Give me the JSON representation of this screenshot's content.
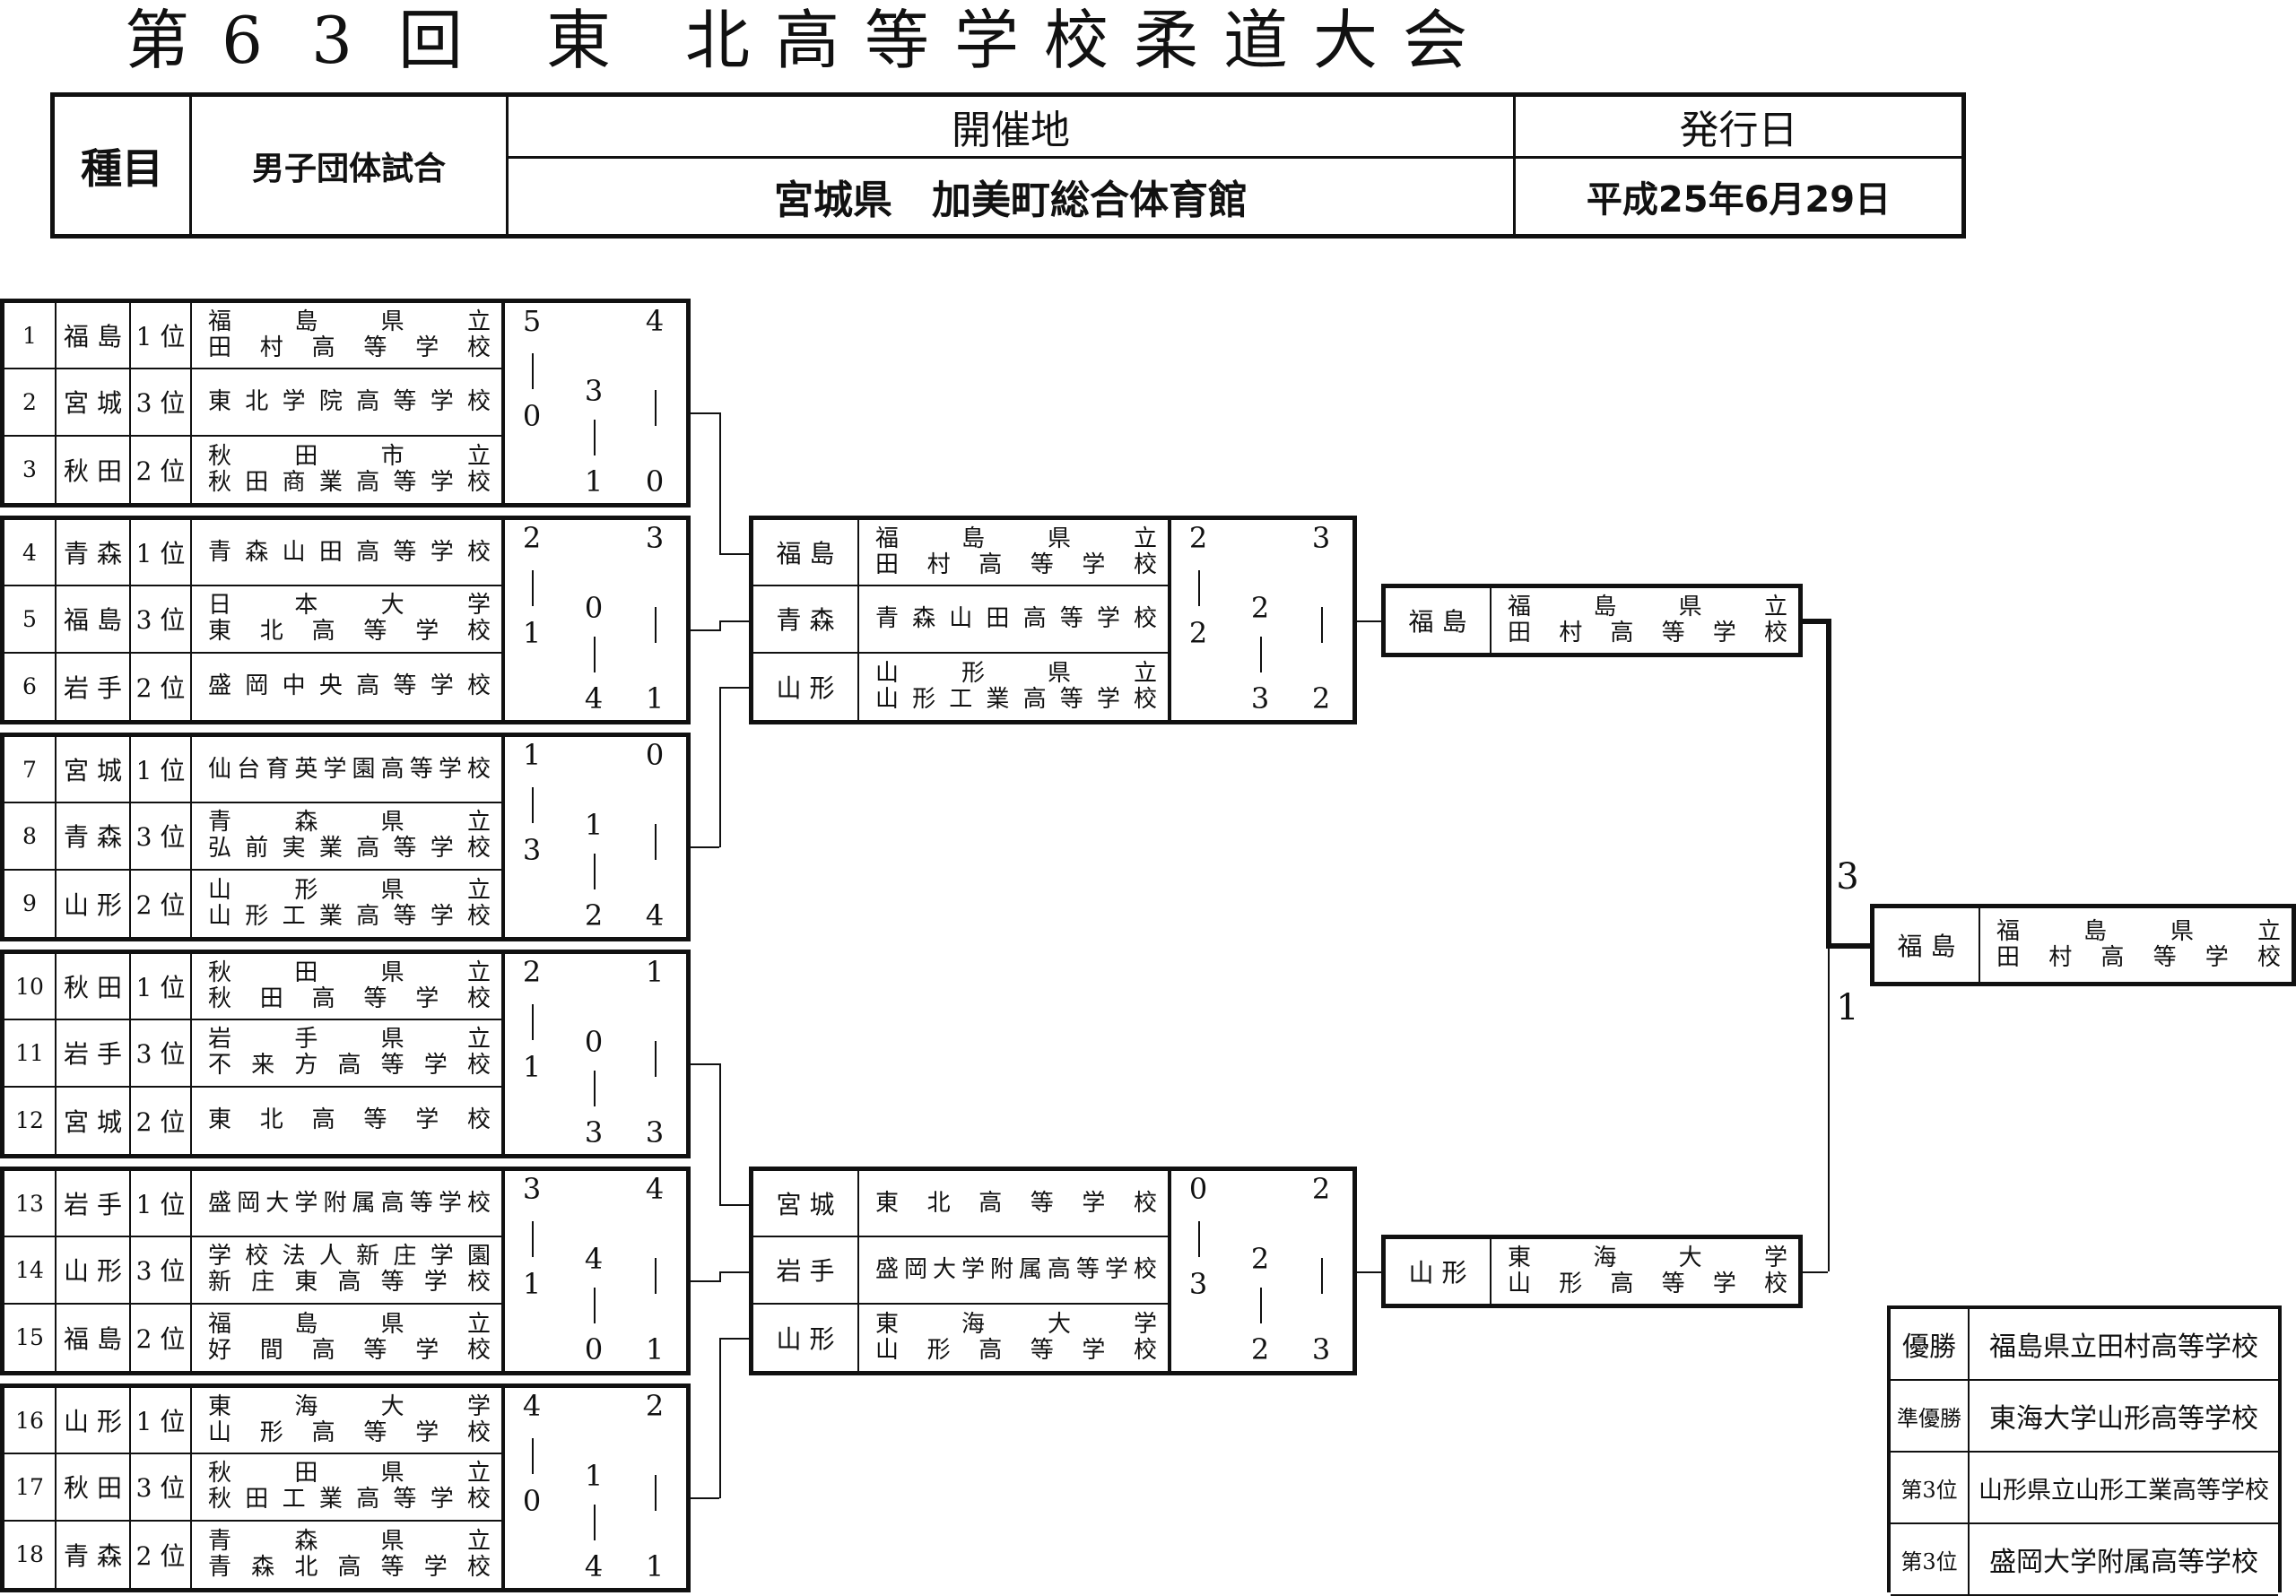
{
  "title": [
    "第",
    "6",
    "3",
    "回",
    "東",
    "北",
    "高",
    "等",
    "学",
    "校",
    "柔",
    "道",
    "大",
    "会"
  ],
  "header": {
    "event_label": "種目",
    "event_value": "男子団体試合",
    "venue_label": "開催地",
    "venue_value": "宮城県　加美町総合体育館",
    "date_label": "発行日",
    "date_value": "平成25年6月29日"
  },
  "entries": [
    {
      "no": "1",
      "pref": "福 島",
      "rank": "1 位",
      "school": [
        [
          "福",
          "島",
          "県",
          "立"
        ],
        [
          "田",
          "村",
          "高",
          "等",
          "学",
          "校"
        ]
      ]
    },
    {
      "no": "2",
      "pref": "宮 城",
      "rank": "3 位",
      "school": [
        [
          "東",
          "北",
          "学",
          "院",
          "高",
          "等",
          "学",
          "校"
        ]
      ]
    },
    {
      "no": "3",
      "pref": "秋 田",
      "rank": "2 位",
      "school": [
        [
          "秋",
          "田",
          "市",
          "立"
        ],
        [
          "秋",
          "田",
          "商",
          "業",
          "高",
          "等",
          "学",
          "校"
        ]
      ]
    },
    {
      "no": "4",
      "pref": "青 森",
      "rank": "1 位",
      "school": [
        [
          "青",
          "森",
          "山",
          "田",
          "高",
          "等",
          "学",
          "校"
        ]
      ]
    },
    {
      "no": "5",
      "pref": "福 島",
      "rank": "3 位",
      "school": [
        [
          "日",
          "本",
          "大",
          "学"
        ],
        [
          "東",
          "北",
          "高",
          "等",
          "学",
          "校"
        ]
      ]
    },
    {
      "no": "6",
      "pref": "岩 手",
      "rank": "2 位",
      "school": [
        [
          "盛",
          "岡",
          "中",
          "央",
          "高",
          "等",
          "学",
          "校"
        ]
      ]
    },
    {
      "no": "7",
      "pref": "宮 城",
      "rank": "1 位",
      "school": [
        [
          "仙",
          "台",
          "育",
          "英",
          "学",
          "園",
          "高",
          "等",
          "学",
          "校"
        ]
      ]
    },
    {
      "no": "8",
      "pref": "青 森",
      "rank": "3 位",
      "school": [
        [
          "青",
          "森",
          "県",
          "立"
        ],
        [
          "弘",
          "前",
          "実",
          "業",
          "高",
          "等",
          "学",
          "校"
        ]
      ]
    },
    {
      "no": "9",
      "pref": "山 形",
      "rank": "2 位",
      "school": [
        [
          "山",
          "形",
          "県",
          "立"
        ],
        [
          "山",
          "形",
          "工",
          "業",
          "高",
          "等",
          "学",
          "校"
        ]
      ]
    },
    {
      "no": "10",
      "pref": "秋 田",
      "rank": "1 位",
      "school": [
        [
          "秋",
          "田",
          "県",
          "立"
        ],
        [
          "秋",
          "田",
          "高",
          "等",
          "学",
          "校"
        ]
      ]
    },
    {
      "no": "11",
      "pref": "岩 手",
      "rank": "3 位",
      "school": [
        [
          "岩",
          "手",
          "県",
          "立"
        ],
        [
          "不",
          "来",
          "方",
          "高",
          "等",
          "学",
          "校"
        ]
      ]
    },
    {
      "no": "12",
      "pref": "宮 城",
      "rank": "2 位",
      "school": [
        [
          "東",
          "北",
          "高",
          "等",
          "学",
          "校"
        ]
      ]
    },
    {
      "no": "13",
      "pref": "岩 手",
      "rank": "1 位",
      "school": [
        [
          "盛",
          "岡",
          "大",
          "学",
          "附",
          "属",
          "高",
          "等",
          "学",
          "校"
        ]
      ]
    },
    {
      "no": "14",
      "pref": "山 形",
      "rank": "3 位",
      "school": [
        [
          "学",
          "校",
          "法",
          "人",
          "新",
          "庄",
          "学",
          "園"
        ],
        [
          "新",
          "庄",
          "東",
          "高",
          "等",
          "学",
          "校"
        ]
      ]
    },
    {
      "no": "15",
      "pref": "福 島",
      "rank": "2 位",
      "school": [
        [
          "福",
          "島",
          "県",
          "立"
        ],
        [
          "好",
          "間",
          "高",
          "等",
          "学",
          "校"
        ]
      ]
    },
    {
      "no": "16",
      "pref": "山 形",
      "rank": "1 位",
      "school": [
        [
          "東",
          "海",
          "大",
          "学"
        ],
        [
          "山",
          "形",
          "高",
          "等",
          "学",
          "校"
        ]
      ]
    },
    {
      "no": "17",
      "pref": "秋 田",
      "rank": "3 位",
      "school": [
        [
          "秋",
          "田",
          "県",
          "立"
        ],
        [
          "秋",
          "田",
          "工",
          "業",
          "高",
          "等",
          "学",
          "校"
        ]
      ]
    },
    {
      "no": "18",
      "pref": "青 森",
      "rank": "2 位",
      "school": [
        [
          "青",
          "森",
          "県",
          "立"
        ],
        [
          "青",
          "森",
          "北",
          "高",
          "等",
          "学",
          "校"
        ]
      ]
    }
  ],
  "groups": [
    {
      "scores": {
        "tl": "5",
        "tr": "4",
        "ml": "0",
        "mc": "3",
        "bc": "1",
        "br": "0"
      }
    },
    {
      "scores": {
        "tl": "2",
        "tr": "3",
        "ml": "1",
        "mc": "0",
        "bc": "4",
        "br": "1"
      }
    },
    {
      "scores": {
        "tl": "1",
        "tr": "0",
        "ml": "3",
        "mc": "1",
        "bc": "2",
        "br": "4"
      }
    },
    {
      "scores": {
        "tl": "2",
        "tr": "1",
        "ml": "1",
        "mc": "0",
        "bc": "3",
        "br": "3"
      }
    },
    {
      "scores": {
        "tl": "3",
        "tr": "4",
        "ml": "1",
        "mc": "4",
        "bc": "0",
        "br": "1"
      }
    },
    {
      "scores": {
        "tl": "4",
        "tr": "2",
        "ml": "0",
        "mc": "1",
        "bc": "4",
        "br": "1"
      }
    }
  ],
  "semis": [
    {
      "rows": [
        {
          "pref": "福 島",
          "school": [
            [
              "福",
              "島",
              "県",
              "立"
            ],
            [
              "田",
              "村",
              "高",
              "等",
              "学",
              "校"
            ]
          ]
        },
        {
          "pref": "青 森",
          "school": [
            [
              "青",
              "森",
              "山",
              "田",
              "高",
              "等",
              "学",
              "校"
            ]
          ]
        },
        {
          "pref": "山 形",
          "school": [
            [
              "山",
              "形",
              "県",
              "立"
            ],
            [
              "山",
              "形",
              "工",
              "業",
              "高",
              "等",
              "学",
              "校"
            ]
          ]
        }
      ],
      "scores": {
        "tl": "2",
        "tr": "3",
        "ml": "2",
        "mc": "2",
        "bc": "3",
        "br": "2"
      }
    },
    {
      "rows": [
        {
          "pref": "宮 城",
          "school": [
            [
              "東",
              "北",
              "高",
              "等",
              "学",
              "校"
            ]
          ]
        },
        {
          "pref": "岩 手",
          "school": [
            [
              "盛",
              "岡",
              "大",
              "学",
              "附",
              "属",
              "高",
              "等",
              "学",
              "校"
            ]
          ]
        },
        {
          "pref": "山 形",
          "school": [
            [
              "東",
              "海",
              "大",
              "学"
            ],
            [
              "山",
              "形",
              "高",
              "等",
              "学",
              "校"
            ]
          ]
        }
      ],
      "scores": {
        "tl": "0",
        "tr": "2",
        "ml": "3",
        "mc": "2",
        "bc": "2",
        "br": "3"
      }
    }
  ],
  "finals": [
    {
      "pref": "福 島",
      "school": [
        [
          "福",
          "島",
          "県",
          "立"
        ],
        [
          "田",
          "村",
          "高",
          "等",
          "学",
          "校"
        ]
      ]
    },
    {
      "pref": "山 形",
      "school": [
        [
          "東",
          "海",
          "大",
          "学"
        ],
        [
          "山",
          "形",
          "高",
          "等",
          "学",
          "校"
        ]
      ]
    }
  ],
  "final_scores": {
    "top": "3",
    "bottom": "1"
  },
  "champion": {
    "pref": "福 島",
    "school": [
      [
        "福",
        "島",
        "県",
        "立"
      ],
      [
        "田",
        "村",
        "高",
        "等",
        "学",
        "校"
      ]
    ]
  },
  "results": [
    {
      "label": "優勝",
      "school": "福島県立田村高等学校"
    },
    {
      "label": "準優勝",
      "school": "東海大学山形高等学校"
    },
    {
      "label": "第3位",
      "school": "山形県立山形工業高等学校"
    },
    {
      "label": "第3位",
      "school": "盛岡大学附属高等学校"
    }
  ]
}
